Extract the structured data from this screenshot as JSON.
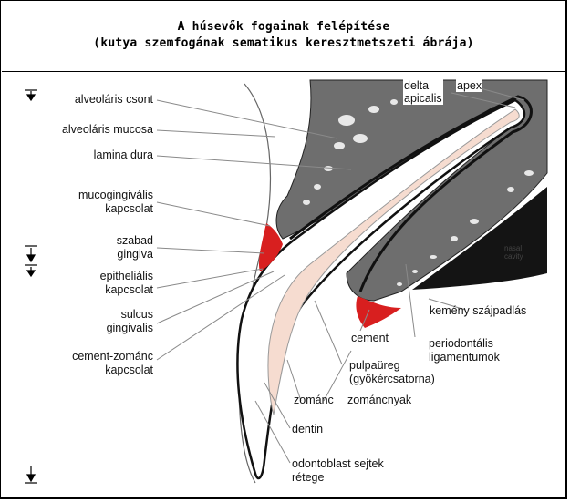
{
  "title": {
    "line1": "A húsevők fogainak felépítése",
    "line2": "(kutya szemfogának sematikus keresztmetszeti ábrája)"
  },
  "labels": {
    "alveolar_bone": "alveoláris csont",
    "alveolar_mucosa": "alveoláris mucosa",
    "lamina_dura": "lamina dura",
    "mucogingival_1": "mucogingivális",
    "mucogingival_2": "kapcsolat",
    "free_gingiva_1": "szabad",
    "free_gingiva_2": "gingiva",
    "epithelial_1": "epitheliális",
    "epithelial_2": "kapcsolat",
    "sulcus_1": "sulcus",
    "sulcus_2": "gingivalis",
    "cej_1": "cement-zománc",
    "cej_2": "kapcsolat",
    "apical_delta_1": "delta",
    "apical_delta_2": "apicalis",
    "apex": "apex",
    "nasal_1": "nasal",
    "nasal_2": "cavity",
    "hard_palate": "kemény szájpadlás",
    "cement": "cement",
    "pdl_1": "periodontális",
    "pdl_2": "ligamentumok",
    "pulp_1": "pulpaüreg",
    "pulp_2": "(gyökércsatorna)",
    "enamel": "zománc",
    "cervix": "zománcnyak",
    "dentin": "dentin",
    "odontoblast_1": "odontoblast sejtek",
    "odontoblast_2": "rétege"
  },
  "colors": {
    "bone": "#6e6e6e",
    "gingiva_red": "#d81f1f",
    "pulp": "#f6dcd0",
    "nasal_cavity": "#141414",
    "leader": "#8a8a8a"
  }
}
